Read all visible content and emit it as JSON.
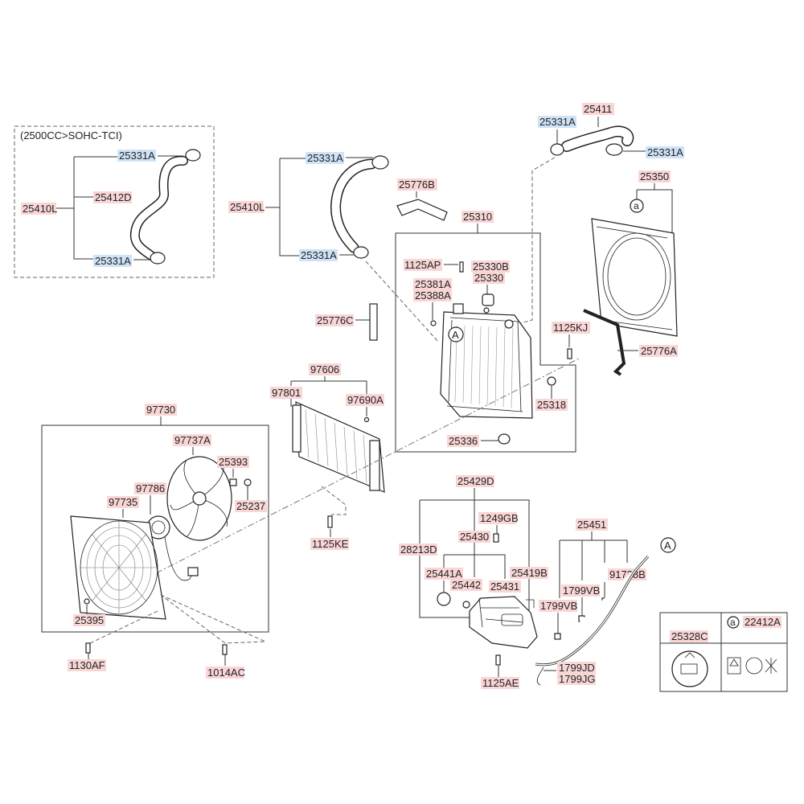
{
  "variant_note": "(2500CC>SOHC-TCI)",
  "labels": {
    "l25331A_a": "25331A",
    "l25412D": "25412D",
    "l25410L_a": "25410L",
    "l25331A_b": "25331A",
    "l25331A_c": "25331A",
    "l25410L_b": "25410L",
    "l25331A_d": "25331A",
    "l25411": "25411",
    "l25331A_e": "25331A",
    "l25331A_f": "25331A",
    "l25776B": "25776B",
    "l25310": "25310",
    "l25350": "25350",
    "l1125AP": "1125AP",
    "l25330B": "25330B",
    "l25330": "25330",
    "l25381A": "25381A",
    "l25388A": "25388A",
    "l25776C": "25776C",
    "l1125KJ": "1125KJ",
    "l25776A": "25776A",
    "l97606": "97606",
    "l97801": "97801",
    "l97690A": "97690A",
    "l25318": "25318",
    "l25336": "25336",
    "l97730": "97730",
    "l97737A": "97737A",
    "l25393": "25393",
    "l97786": "97786",
    "l25237": "25237",
    "l97735": "97735",
    "l1125KE": "1125KE",
    "l25395": "25395",
    "l1130AF": "1130AF",
    "l1014AC": "1014AC",
    "l25429D": "25429D",
    "l1249GB": "1249GB",
    "l25430": "25430",
    "l28213D": "28213D",
    "l25441A": "25441A",
    "l25442": "25442",
    "l25431": "25431",
    "l25419B": "25419B",
    "l25451": "25451",
    "l1799VB": "1799VB",
    "l91738B": "91738B",
    "l1799VB_b": "1799VB",
    "l1125AE": "1125AE",
    "l1799JD": "1799JD",
    "l1799JG": "1799JG",
    "l25328C": "25328C",
    "l22412A": "22412A"
  },
  "callouts": {
    "A": "A",
    "a": "a"
  },
  "colors": {
    "highlight_red": "#f9d6d6",
    "highlight_blue": "#cfe3f7"
  }
}
